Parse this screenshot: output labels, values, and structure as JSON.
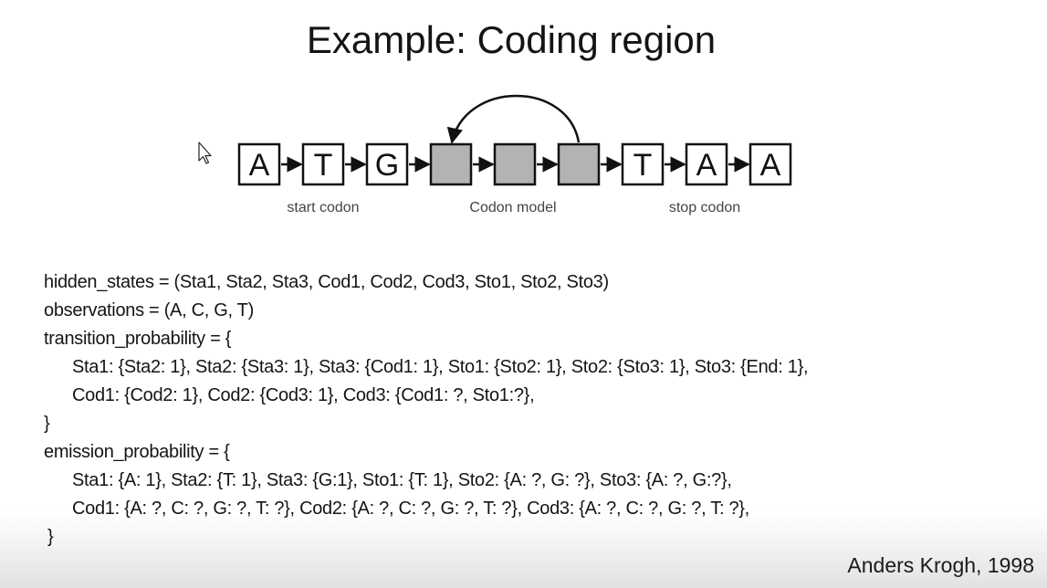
{
  "slide": {
    "title": "Example: Coding region",
    "attribution": "Anders Krogh, 1998"
  },
  "diagram": {
    "start_codon": {
      "letters": [
        "A",
        "T",
        "G"
      ],
      "label": "start codon"
    },
    "codon_model": {
      "label": "Codon model"
    },
    "stop_codon": {
      "letters": [
        "T",
        "A",
        "A"
      ],
      "label": "stop codon"
    }
  },
  "code": {
    "lines": [
      "hidden_states = (Sta1, Sta2, Sta3, Cod1, Cod2, Cod3, Sto1, Sto2, Sto3)",
      "observations = (A, C, G, T)",
      "transition_probability = {",
      "Sta1: {Sta2: 1}, Sta2: {Sta3: 1}, Sta3: {Cod1: 1}, Sto1: {Sto2: 1}, Sto2: {Sto3: 1}, Sto3: {End: 1},",
      "Cod1: {Cod2: 1}, Cod2: {Cod3: 1}, Cod3: {Cod1: ?, Sto1:?},",
      "}",
      "emission_probability = {",
      "Sta1: {A: 1}, Sta2: {T: 1}, Sta3: {G:1}, Sto1: {T: 1}, Sto2: {A: ?, G: ?}, Sto3: {A: ?, G:?},",
      "Cod1: {A: ?, C: ?, G: ?, T: ?}, Cod2: {A: ?, C: ?, G: ?, T: ?}, Cod3: {A: ?, C: ?, G: ?, T: ?},",
      "}"
    ]
  }
}
